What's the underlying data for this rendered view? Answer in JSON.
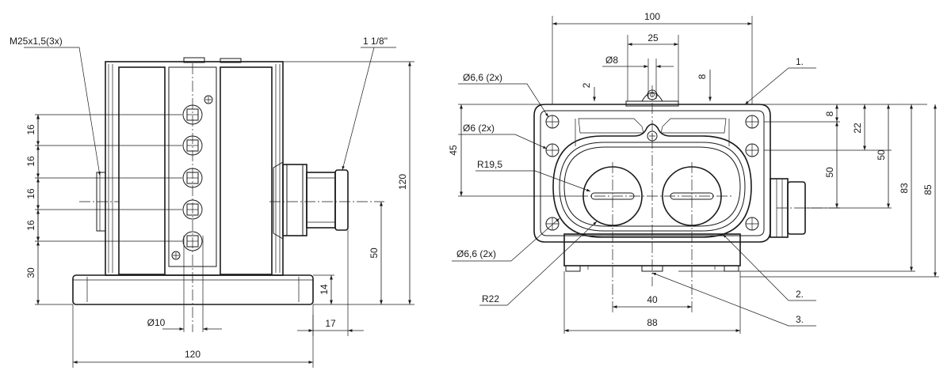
{
  "side_view": {
    "callouts": {
      "thread": "M25x1,5(3x)",
      "conduit": "1 1/8\""
    },
    "dims": {
      "pitch_1": "16",
      "pitch_2": "16",
      "pitch_3": "16",
      "pitch_4": "16",
      "base_height": "30",
      "overall_height": "120",
      "entry_height": "50",
      "foot_height": "14",
      "foot_depth": "17",
      "width": "120",
      "shaft_diameter": "Ø10"
    }
  },
  "front_view": {
    "dims": {
      "top_width": "100",
      "hub_width": "25",
      "pin_diameter": "Ø8",
      "left_step": "2",
      "right_step": "8",
      "hole_upper": "Ø6,6 (2x)",
      "hole_mid": "Ø6 (2x)",
      "hole_lower": "Ø6,6 (2x)",
      "radius_inner": "R19,5",
      "radius_outer": "R22",
      "left_height": "45",
      "right_top": "8",
      "right_22": "22",
      "right_50_inner": "50",
      "right_50_outer": "50",
      "right_83": "83",
      "right_85": "85",
      "center_spacing": "40",
      "body_width": "88"
    },
    "callouts": {
      "item_1": "1.",
      "item_2": "2.",
      "item_3": "3."
    }
  }
}
